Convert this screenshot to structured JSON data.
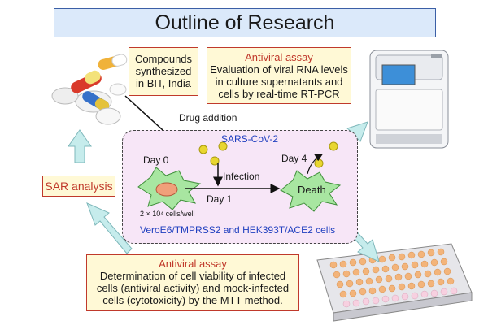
{
  "title": "Outline of Research",
  "compounds_note": {
    "lines": [
      "Compounds",
      "synthesized",
      "in BIT, India"
    ]
  },
  "antiviral_assay_top": {
    "heading": "Antiviral assay",
    "lines": [
      "Evaluation of viral RNA levels",
      "in culture supernatants and",
      "cells by real-time RT-PCR"
    ]
  },
  "sar_label": "SAR analysis",
  "antiviral_assay_bottom": {
    "heading": "Antiviral assay",
    "lines": [
      "Determination of cell viability of infected",
      "cells (antiviral activity) and mock-infected",
      "cells (cytotoxicity) by the MTT method."
    ]
  },
  "drug_addition": "Drug addition",
  "virus_label": "SARS-CoV-2",
  "day0": "Day 0",
  "day1": "Day 1",
  "day4": "Day 4",
  "infection": "Infection",
  "death": "Death",
  "cells_per_well": "2 × 10⁴ cells/well",
  "cell_lines": "VeroE6/TMPRSS2 and HEK393T/ACE2 cells",
  "colors": {
    "title_bg": "#dbe9fa",
    "note_bg": "#fff9d6",
    "note_border": "#c0392b",
    "panel_bg": "#f7e6f7",
    "cell_green": "#a8e6a1",
    "arrow_teal": "#c6ecec",
    "virus_yellow": "#e8d630",
    "text_blue": "#1f3fbf"
  }
}
